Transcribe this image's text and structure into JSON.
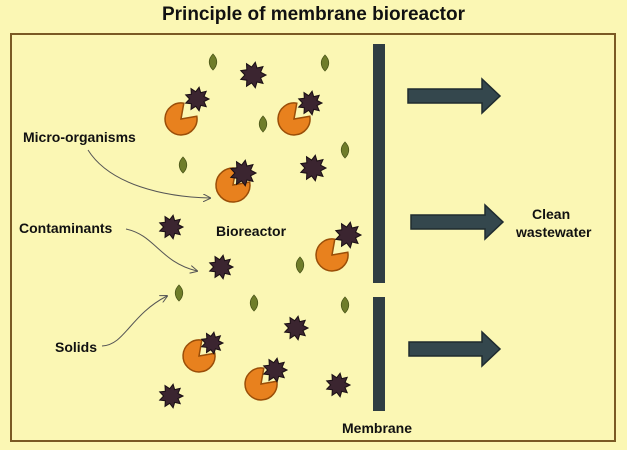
{
  "title": "Principle of membrane bioreactor",
  "labels": {
    "microorganisms": "Micro-organisms",
    "contaminants": "Contaminants",
    "solids": "Solids",
    "bioreactor": "Bioreactor",
    "clean_line1": "Clean",
    "clean_line2": "wastewater",
    "membrane": "Membrane"
  },
  "colors": {
    "background": "#fbf7b4",
    "frame": "#7a5a24",
    "microorganism": "#e8811e",
    "contaminant": "#3b2530",
    "solid": "#6f7d2a",
    "membrane": "#2f3d42",
    "arrow": "#34474d"
  },
  "icons": {
    "microorganism": "pacman-shape-icon",
    "contaminant": "spiky-blob-icon",
    "solid": "leaf-icon",
    "flow": "right-arrow-icon"
  }
}
